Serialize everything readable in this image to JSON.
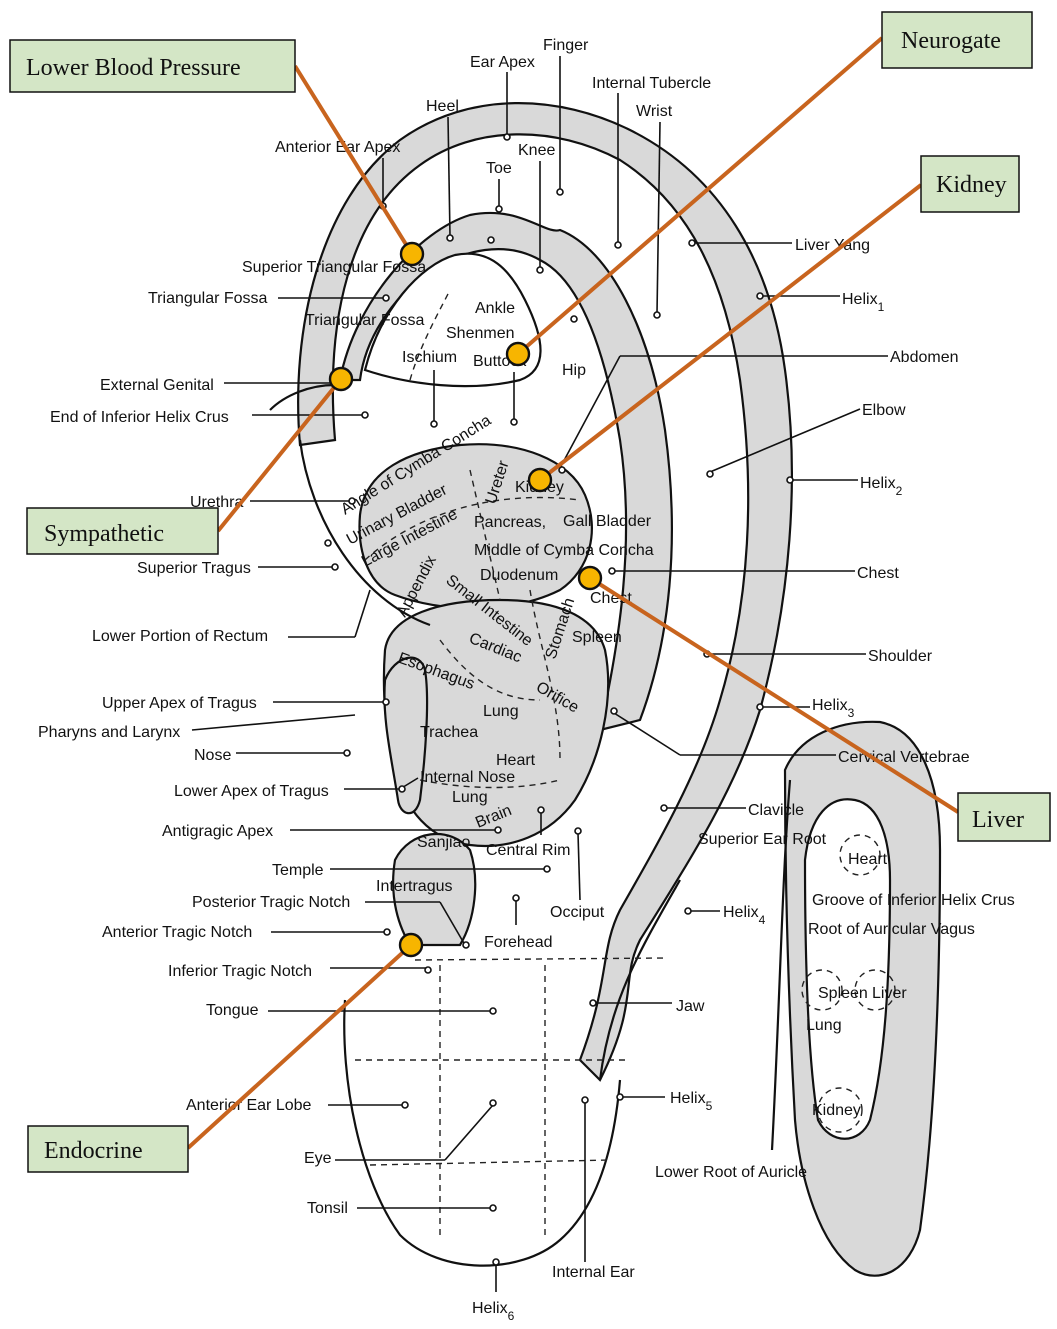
{
  "labels": {
    "ear_apex": "Ear Apex",
    "finger": "Finger",
    "internal_tubercle": "Internal Tubercle",
    "wrist": "Wrist",
    "heel": "Heel",
    "anterior_ear_apex": "Anterior Ear Apex",
    "toe": "Toe",
    "knee": "Knee",
    "liver_yang": "Liver Yang",
    "superior_triangular_fossa": "Superior Triangular Fossa",
    "triangular_fossa": "Triangular Fossa",
    "triangular_fossa_inner": "Triangular Fossa",
    "ankle": "Ankle",
    "shenmen": "Shenmen",
    "helix": "Helix",
    "buttock": "Buttock",
    "hip": "Hip",
    "ischium": "Ischium",
    "abdomen": "Abdomen",
    "external_genital": "External Genital",
    "end_of_inferior_helix_crus": "End of Inferior Helix Crus",
    "elbow": "Elbow",
    "angle_of_cymba_concha": "Angle of Cymba Concha",
    "ureter": "Ureter",
    "kidney": "Kidney",
    "urinary_bladder": "Urinary Bladder",
    "large_intestine": "Large Intestine",
    "pancreas": "Pancreas,",
    "gall_bladder": "Gall Bladder",
    "middle_of_cymba_concha": "Middle of Cymba Concha",
    "urethra": "Urethra",
    "duodenum": "Duodenum",
    "appendix": "Appendix",
    "small_intestine": "Small Intestine",
    "superior_tragus": "Superior Tragus",
    "chest": "Chest",
    "chest_inner": "Chest",
    "stomach": "Stomach",
    "spleen": "Spleen",
    "lower_portion_of_rectum": "Lower Portion of Rectum",
    "cardiac": "Cardiac",
    "shoulder": "Shoulder",
    "esophagus": "Esophagus",
    "upper_apex_of_tragus": "Upper Apex of Tragus",
    "orifice": "Orifice",
    "lung": "Lung",
    "pharyns_and_larynx": "Pharyns and Larynx",
    "trachea": "Trachea",
    "cervical_vertebrae": "Cervical Vertebrae",
    "nose": "Nose",
    "heart": "Heart",
    "internal_nose": "Internal Nose",
    "lower_apex_of_tragus": "Lower Apex of Tragus",
    "lung_lower": "Lung",
    "brain": "Brain",
    "clavicle": "Clavicle",
    "antigragic_apex": "Antigragic Apex",
    "superior_ear_root": "Superior Ear Root",
    "sanjiao": "Sanjiao",
    "central_rim": "Central Rim",
    "heart_back": "Heart",
    "temple": "Temple",
    "intertragus": "Intertragus",
    "groove_of_inferior_helix_crus": "Groove of Inferior Helix Crus",
    "posterior_tragic_notch": "Posterior Tragic Notch",
    "occiput": "Occiput",
    "root_of_auricular_vagus": "Root of Auricular Vagus",
    "anterior_tragic_notch": "Anterior Tragic Notch",
    "forehead": "Forehead",
    "inferior_tragic_notch": "Inferior Tragic Notch",
    "spleen_back": "Spleen",
    "liver_back": "Liver",
    "tongue": "Tongue",
    "jaw": "Jaw",
    "lung_back": "Lung",
    "anterior_ear_lobe": "Anterior Ear Lobe",
    "kidney_back": "Kidney",
    "eye": "Eye",
    "lower_root_of_auricle": "Lower Root of Auricle",
    "tonsil": "Tonsil",
    "internal_ear": "Internal Ear",
    "subscripts": [
      "1",
      "2",
      "3",
      "4",
      "5",
      "6"
    ]
  },
  "highlights": {
    "lower_blood_pressure": "Lower Blood Pressure",
    "neurogate": "Neurogate",
    "kidney": "Kidney",
    "sympathetic": "Sympathetic",
    "liver": "Liver",
    "endocrine": "Endocrine"
  },
  "colors": {
    "ear_fill": "#d9d9d9",
    "highlight_line": "#c8641e",
    "highlight_dot": "#f7b500",
    "highlight_box": "#d4e6c6"
  }
}
